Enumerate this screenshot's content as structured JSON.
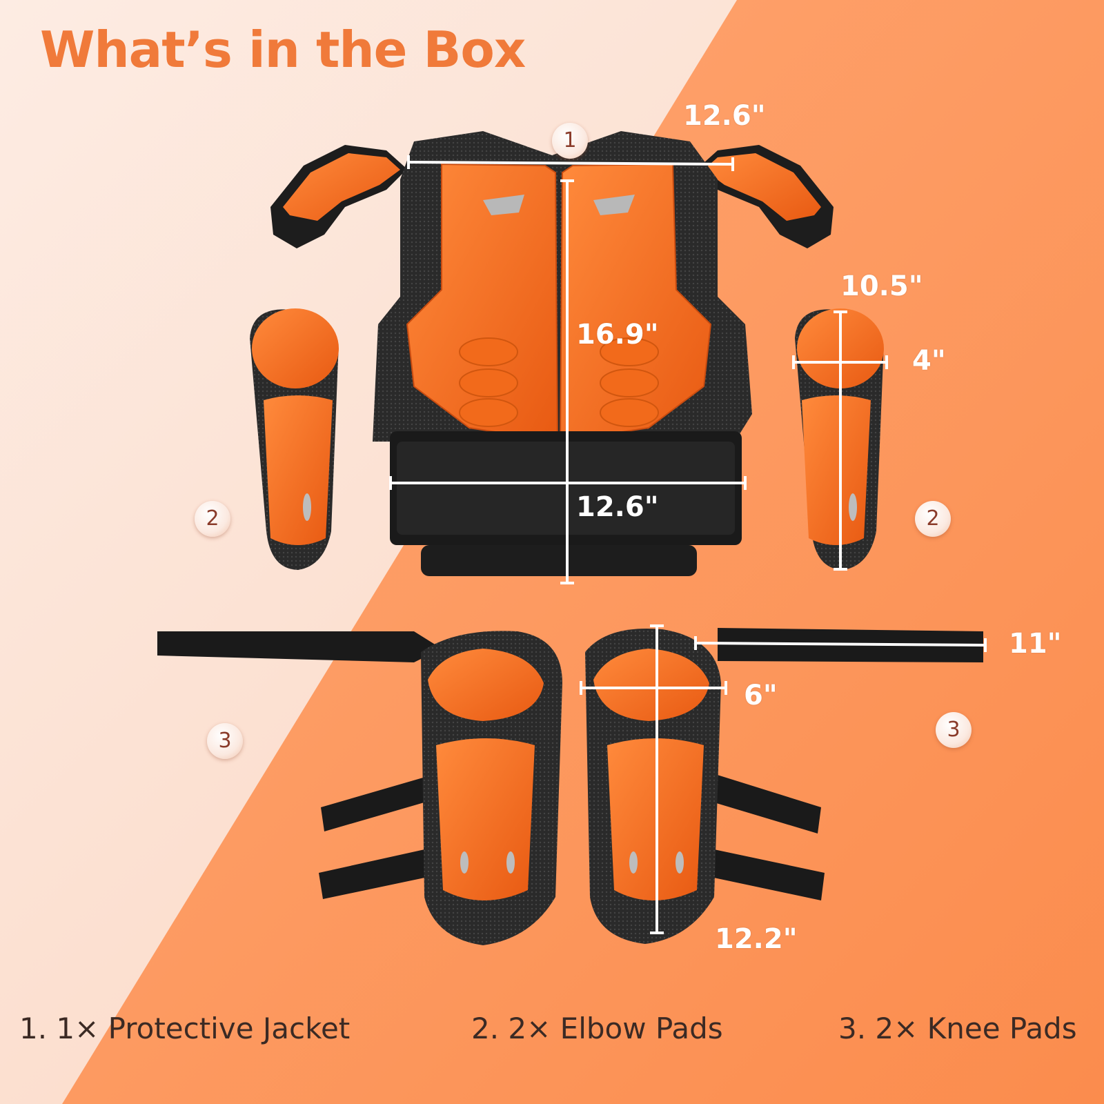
{
  "title": "What’s in the Box",
  "badges": {
    "jacket": "1",
    "elbow": "2",
    "knee": "3"
  },
  "dimensions": {
    "jacket_shoulder_width": "12.6\"",
    "jacket_length": "16.9\"",
    "jacket_waist_width": "12.6\"",
    "elbow_length": "10.5\"",
    "elbow_width": "4\"",
    "knee_strap_length": "11\"",
    "knee_width": "6\"",
    "knee_length": "12.2\""
  },
  "items": [
    {
      "label": "1. 1× Protective Jacket"
    },
    {
      "label": "2. 2× Elbow Pads"
    },
    {
      "label": "3. 2× Knee Pads"
    }
  ],
  "colors": {
    "accent": "#f07a3a",
    "pad_orange": "#f26a1b",
    "background_light": "#fde8dc",
    "background_orange": "#fb9a60"
  }
}
